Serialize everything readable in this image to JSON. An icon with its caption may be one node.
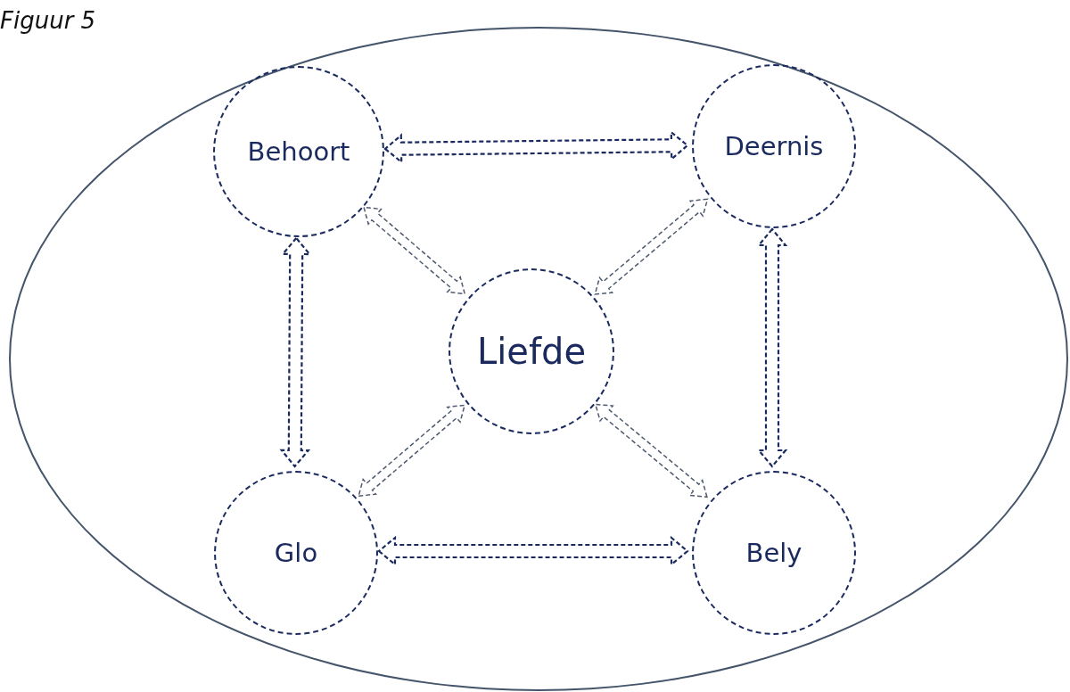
{
  "diagram": {
    "title": "Figuur 5",
    "nodes": [
      {
        "text": [],
        "shape": "ellipse"
      },
      {
        "text": [
          "Behoort"
        ],
        "in": 0
      },
      {
        "text": [
          "Deernis"
        ],
        "in": 0
      },
      {
        "text": [
          "Liefde"
        ],
        "in": 0
      },
      {
        "text": [
          "Glo"
        ],
        "in": 0
      },
      {
        "text": [
          "Bely"
        ],
        "in": 0
      }
    ],
    "edges": [
      {
        "from": 1,
        "to": 2,
        "arrow": "both",
        "style": "dashed"
      },
      {
        "from": 1,
        "to": 4,
        "arrow": "both",
        "style": "dashed"
      },
      {
        "from": 2,
        "to": 5,
        "arrow": "both",
        "style": "dashed"
      },
      {
        "from": 4,
        "to": 5,
        "arrow": "both",
        "style": "dashed"
      },
      {
        "from": 1,
        "to": 3,
        "arrow": "both",
        "style": "dashed",
        "color": "#4f5a6e"
      },
      {
        "from": 2,
        "to": 3,
        "arrow": "both",
        "style": "dashed",
        "color": "#4f5a6e"
      },
      {
        "from": 4,
        "to": 3,
        "arrow": "both",
        "style": "dashed",
        "color": "#4f5a6e"
      },
      {
        "from": 5,
        "to": 3,
        "arrow": "both",
        "style": "dashed",
        "color": "#4f5a6e"
      }
    ]
  }
}
